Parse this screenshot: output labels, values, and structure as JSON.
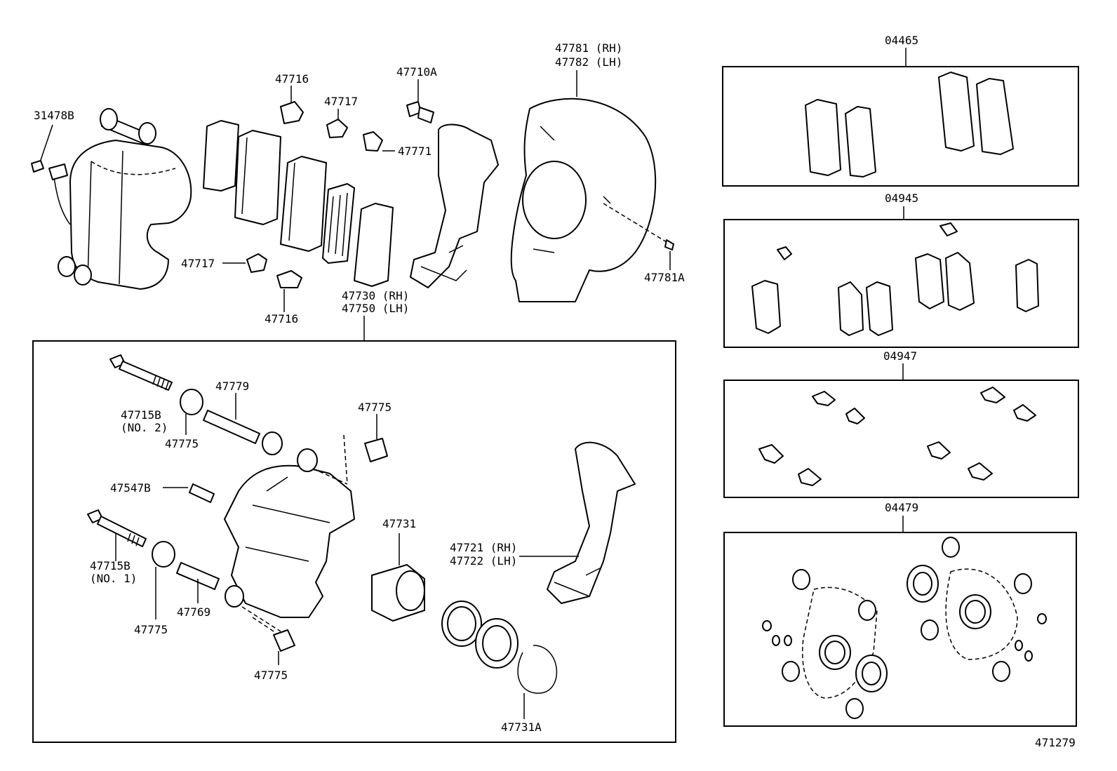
{
  "diagram": {
    "id": "471279",
    "labels": {
      "p31478b": "31478B",
      "p47716_top": "47716",
      "p47717_top": "47717",
      "p47710a": "47710A",
      "p47771": "47771",
      "p47781": "47781 (RH)",
      "p47782": "47782 (LH)",
      "p47781a": "47781A",
      "p47717_bottom": "47717",
      "p47716_bottom": "47716",
      "p47730": "47730 (RH)",
      "p47750": "47750 (LH)",
      "p47715b_2": "47715B",
      "no2": "(NO. 2)",
      "p47775_a": "47775",
      "p47779": "47779",
      "p47775_b": "47775",
      "p47547b": "47547B",
      "p47715b_1": "47715B",
      "no1": "(NO. 1)",
      "p47775_c": "47775",
      "p47769": "47769",
      "p47775_d": "47775",
      "p47731": "47731",
      "p47721": "47721 (RH)",
      "p47722": "47722 (LH)",
      "p47731a": "47731A"
    },
    "kits": [
      {
        "code": "04465"
      },
      {
        "code": "04945"
      },
      {
        "code": "04947"
      },
      {
        "code": "04479"
      }
    ]
  }
}
